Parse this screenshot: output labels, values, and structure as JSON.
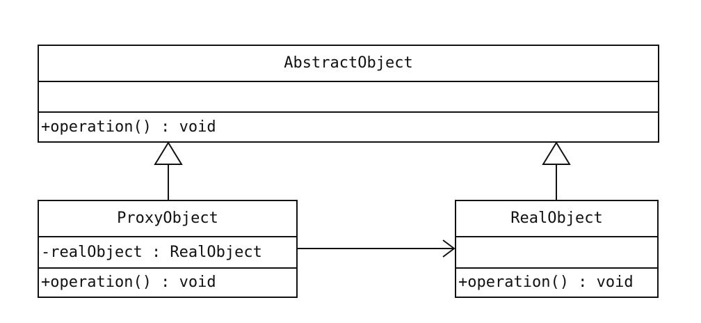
{
  "classes": {
    "abstract": {
      "name": "AbstractObject",
      "attributes": "",
      "operations": "+operation() : void"
    },
    "proxy": {
      "name": "ProxyObject",
      "attributes": "-realObject : RealObject",
      "operations": "+operation() : void"
    },
    "real": {
      "name": "RealObject",
      "attributes": "",
      "operations": "+operation() : void"
    }
  },
  "relationships": [
    {
      "type": "generalization",
      "from": "ProxyObject",
      "to": "AbstractObject"
    },
    {
      "type": "generalization",
      "from": "RealObject",
      "to": "AbstractObject"
    },
    {
      "type": "association",
      "from": "ProxyObject",
      "to": "RealObject"
    }
  ],
  "colors": {
    "line": "#111111",
    "background": "#ffffff"
  }
}
